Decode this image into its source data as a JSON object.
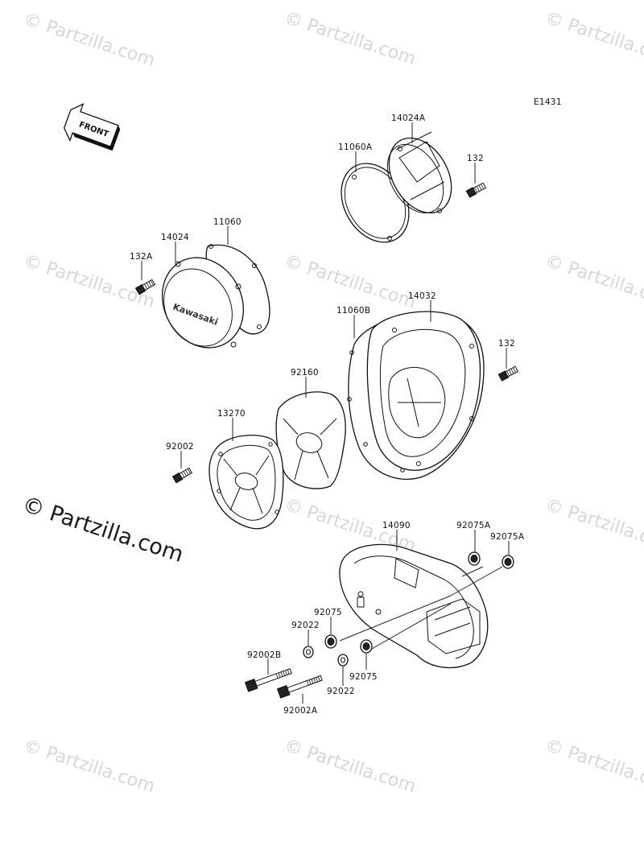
{
  "diagram_code": "E1431",
  "front_label": "FRONT",
  "brand_on_cover": "Kawasaki",
  "watermark": {
    "small": "© Partzilla.com",
    "large": "© Partzilla.com"
  },
  "callouts": {
    "p14024A": "14024A",
    "p11060A": "11060A",
    "p132_top": "132",
    "p11060": "11060",
    "p14024": "14024",
    "p132A": "132A",
    "p14032": "14032",
    "p11060B": "11060B",
    "p132_mid": "132",
    "p92160": "92160",
    "p13270": "13270",
    "p92002": "92002",
    "p14090": "14090",
    "p92075A_1": "92075A",
    "p92075A_2": "92075A",
    "p92075_1": "92075",
    "p92022_1": "92022",
    "p92002B": "92002B",
    "p92075_2": "92075",
    "p92022_2": "92022",
    "p92002A": "92002A"
  }
}
